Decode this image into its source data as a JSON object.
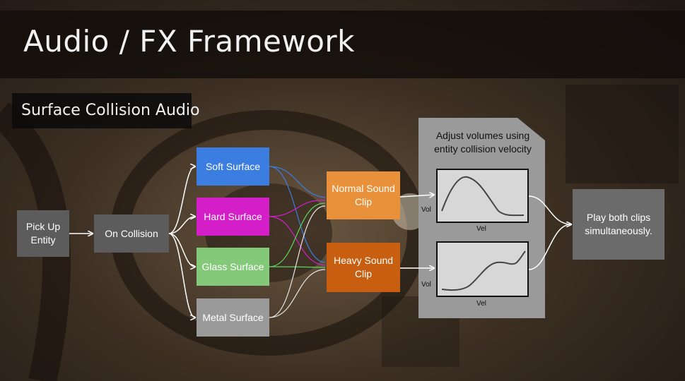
{
  "title": "Audio / FX Framework",
  "subtitle": "Surface Collision Audio",
  "nodes": {
    "pickup": "Pick Up Entity",
    "collision": "On Collision",
    "soft": "Soft Surface",
    "hard": "Hard Surface",
    "glass": "Glass Surface",
    "metal": "Metal Surface",
    "normal_clip": "Normal Sound Clip",
    "heavy_clip": "Heavy Sound Clip",
    "play": "Play both clips simultaneously."
  },
  "graph_panel": {
    "caption": "Adjust volumes using entity collision velocity",
    "plots": [
      {
        "ylabel": "Vol",
        "xlabel": "Vel"
      },
      {
        "ylabel": "Vol",
        "xlabel": "Vel"
      }
    ]
  },
  "colors": {
    "gray_node": "#5c5c5c",
    "soft": "#3b7de0",
    "hard": "#d41fc9",
    "glass": "#84c97a",
    "metal": "#9a9a9a",
    "normal_clip": "#e8913a",
    "heavy_clip": "#c85e10",
    "play": "#6b6b6b"
  }
}
